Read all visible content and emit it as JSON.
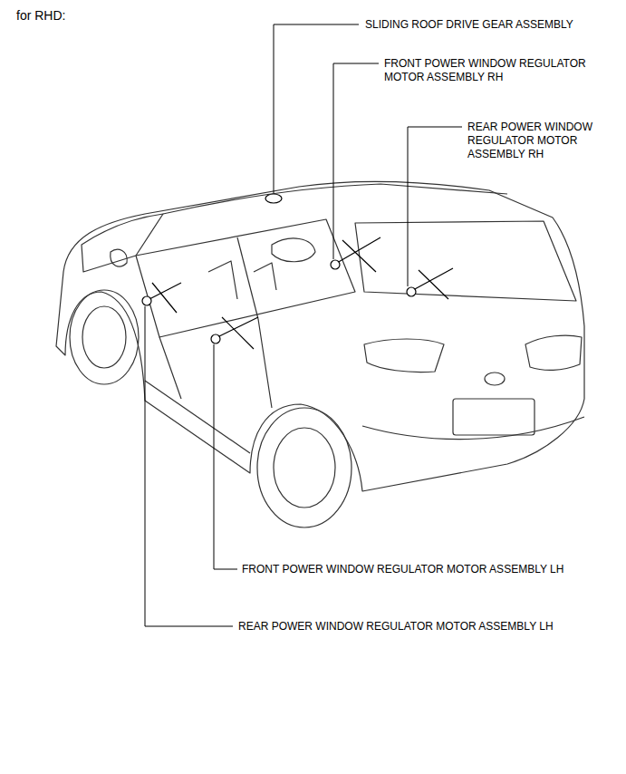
{
  "diagram": {
    "title": "for RHD:",
    "labels": [
      "SLIDING ROOF DRIVE GEAR ASSEMBLY",
      "FRONT POWER WINDOW REGULATOR MOTOR ASSEMBLY RH",
      "REAR POWER WINDOW REGULATOR MOTOR ASSEMBLY RH",
      "FRONT POWER WINDOW REGULATOR MOTOR ASSEMBLY LH",
      "REAR POWER WINDOW REGULATOR MOTOR ASSEMBLY LH"
    ]
  }
}
